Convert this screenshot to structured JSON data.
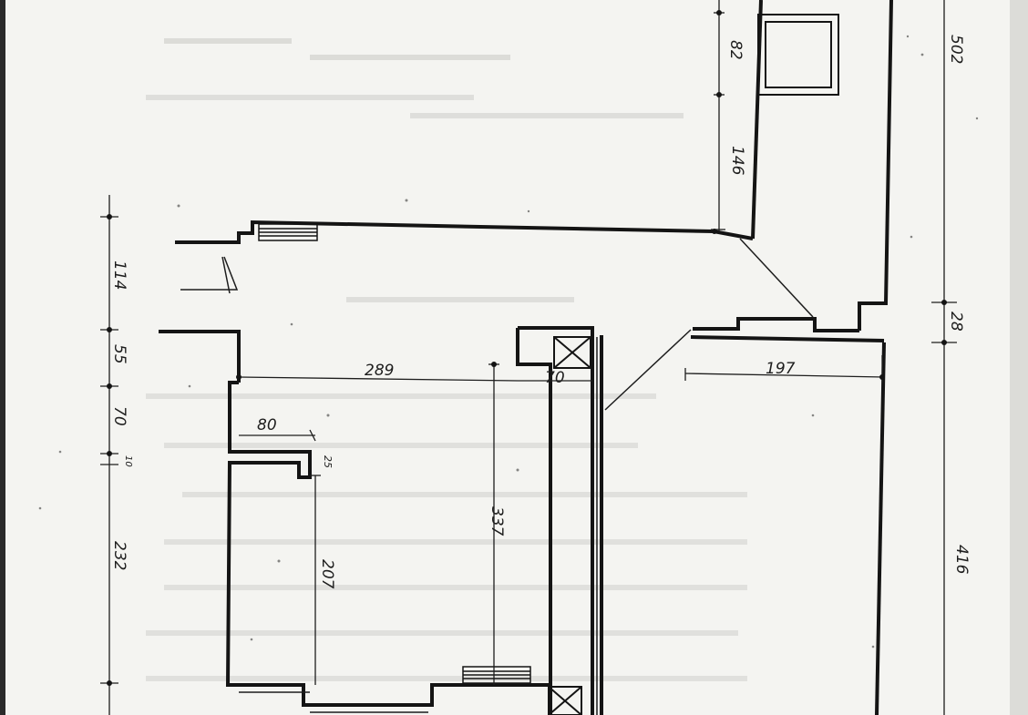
{
  "plan": {
    "dimensions": {
      "top_82": "82",
      "top_146": "146",
      "right_502": "502",
      "right_28": "28",
      "right_416": "416",
      "right_197": "197",
      "left_114": "114",
      "left_55": "55",
      "left_70": "70",
      "left_10": "10",
      "left_232": "232",
      "room_289": "289",
      "room_70": "70",
      "room_80": "80",
      "room_25": "25",
      "room_207": "207",
      "room_337": "337"
    }
  },
  "colors": {
    "paper": "#f4f4f1",
    "ink": "#141414",
    "ghost": "#bdbdb9",
    "frame": "#2a2a2a"
  }
}
